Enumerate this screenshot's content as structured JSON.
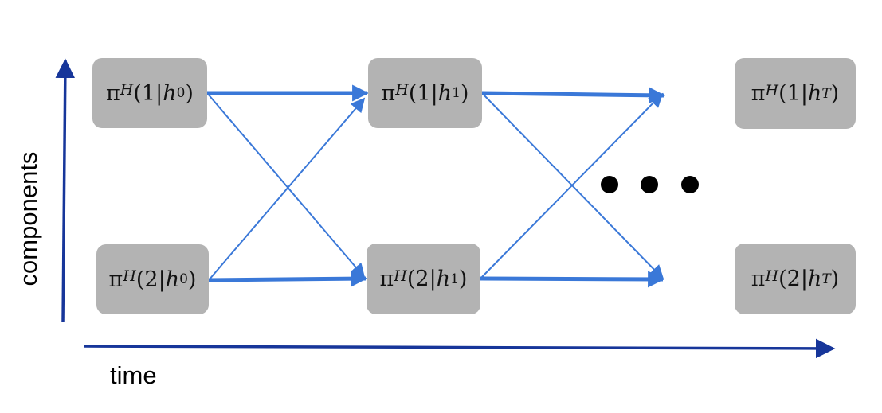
{
  "axes": {
    "y_label": "components",
    "x_label": "time"
  },
  "nodes": [
    {
      "id": "n-1-0",
      "component": "1",
      "history": "h",
      "sub": "0"
    },
    {
      "id": "n-2-0",
      "component": "2",
      "history": "h",
      "sub": "0"
    },
    {
      "id": "n-1-1",
      "component": "1",
      "history": "h",
      "sub": "1"
    },
    {
      "id": "n-2-1",
      "component": "2",
      "history": "h",
      "sub": "1"
    },
    {
      "id": "n-1-T",
      "component": "1",
      "history": "h",
      "sub": "T"
    },
    {
      "id": "n-2-T",
      "component": "2",
      "history": "h",
      "sub": "T"
    }
  ],
  "symbols": {
    "pi": "π",
    "superscript": "H",
    "bar": "|"
  },
  "colors": {
    "node_fill": "#b3b3b3",
    "arrow": "#3a78d8",
    "axis": "#17369a",
    "ellipsis": "#000000"
  }
}
